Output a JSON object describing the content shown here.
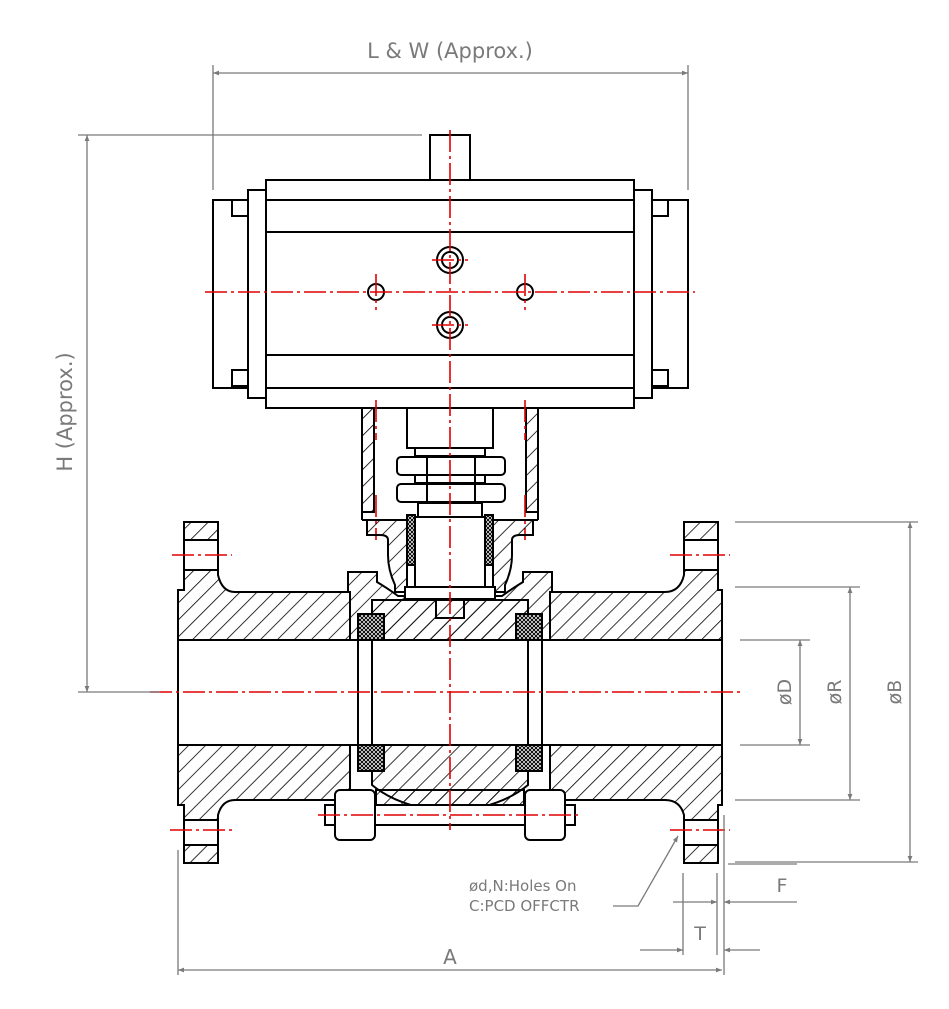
{
  "drawing": {
    "title_dimension": "L & W (Approx.)",
    "height_dimension": "H (Approx.)",
    "bore_dimension": "øD",
    "raised_face_dimension": "øR",
    "flange_od_dimension": "øB",
    "length_dimension": "A",
    "flange_thickness_dimension": "T",
    "raised_face_height_dimension": "F",
    "holes_note_line1": "ød,N:Holes On",
    "holes_note_line2": "C:PCD OFFCTR"
  },
  "colors": {
    "outline": "#000000",
    "centerline": "#e00000",
    "dimension": "#7a7a7a"
  }
}
